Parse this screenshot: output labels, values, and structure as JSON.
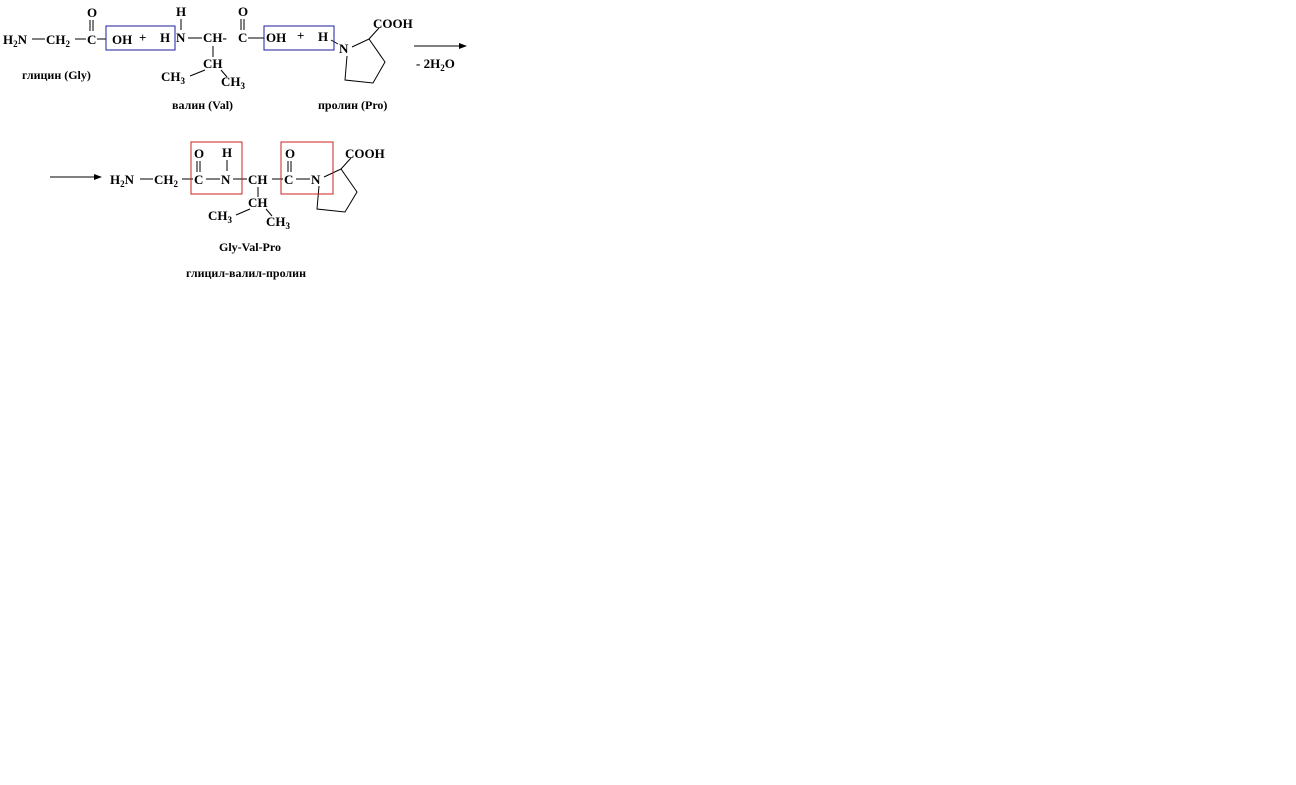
{
  "colors": {
    "reactant_box": "#1c1c9c",
    "product_box": "#cc2020",
    "ink": "#000000"
  },
  "reactants": {
    "glycine": {
      "h": "H",
      "h_sub": "2",
      "n": "N",
      "ch": "CH",
      "ch_sub": "2",
      "c": "C",
      "o": "O",
      "oh": "OH",
      "label": "глицин (Gly)"
    },
    "plus1": "+",
    "valine": {
      "h_left": "H",
      "n": "N",
      "h_top": "H",
      "ch": "CH-",
      "c": "C",
      "o": "O",
      "oh": "OH",
      "side_ch": "CH",
      "ch3_left": "CH",
      "ch3_left_sub": "3",
      "ch3_right": "CH",
      "ch3_right_sub": "3",
      "label": "валин (Val)"
    },
    "plus2": "+",
    "proline": {
      "h": "H",
      "n": "N",
      "cooh": "COOH",
      "label": "пролин  (Pro)"
    }
  },
  "condition": {
    "prefix": "- 2H",
    "sub": "2",
    "suffix": "O"
  },
  "product": {
    "h": "H",
    "h_sub": "2",
    "n1": "N",
    "ch": "CH",
    "ch_sub": "2",
    "c1": "C",
    "o1": "O",
    "n2": "N",
    "h_top": "H",
    "ch_mid": "CH",
    "c2": "C",
    "o2": "O",
    "n3": "N",
    "cooh": "COOH",
    "side_ch": "CH",
    "ch3_left": "CH",
    "ch3_left_sub": "3",
    "ch3_right": "CH",
    "ch3_right_sub": "3",
    "name_short": "Gly-Val-Pro",
    "name_full": "глицил-валил-пролин"
  }
}
